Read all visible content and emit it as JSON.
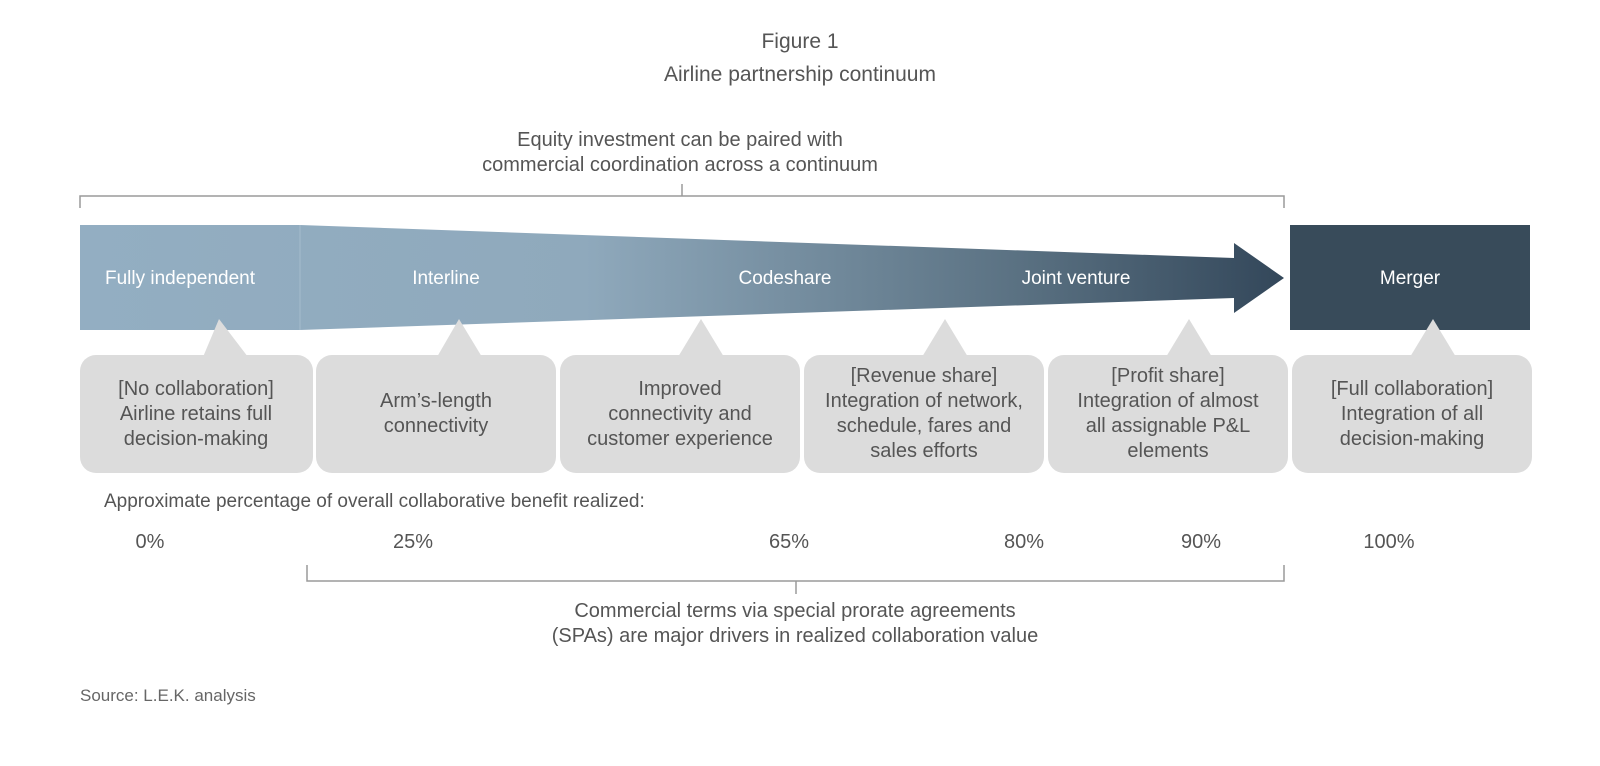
{
  "figure": {
    "label": "Figure 1",
    "title": "Airline partnership continuum"
  },
  "equity_note": {
    "line1": "Equity investment can be paired with",
    "line2": "commercial coordination across a continuum"
  },
  "stages": [
    {
      "name": "Fully independent",
      "lines": [
        "[No collaboration]",
        "Airline retains full",
        "decision-making"
      ],
      "percentage": "0%"
    },
    {
      "name": "Interline",
      "lines": [
        "Arm’s-length",
        "connectivity"
      ],
      "percentage": "25%"
    },
    {
      "name": "Codeshare",
      "lines": [
        "Improved",
        "connectivity and",
        "customer experience"
      ],
      "percentage": "65%"
    },
    {
      "name": "Joint venture",
      "lines": [
        "[Revenue share]",
        "Integration of network,",
        "schedule, fares and",
        "sales efforts"
      ],
      "percentage": "80%"
    },
    {
      "name": "",
      "lines": [
        "[Profit share]",
        "Integration of almost",
        "all assignable P&L",
        "elements"
      ],
      "percentage": "90%"
    },
    {
      "name": "Merger",
      "lines": [
        "[Full collaboration]",
        "Integration of all",
        "decision-making"
      ],
      "percentage": "100%"
    }
  ],
  "percentage_caption": "Approximate percentage of overall collaborative benefit realized:",
  "spa_note": {
    "line1": "Commercial terms via special prorate agreements",
    "line2": "(SPAs) are major drivers in realized collaboration value"
  },
  "source": "Source: L.E.K. analysis",
  "colors": {
    "light_blue": "#93aec2",
    "dark_slate": "#384b5a",
    "box_gray": "#dcdcdc",
    "bracket_gray": "#9a9a9a"
  }
}
